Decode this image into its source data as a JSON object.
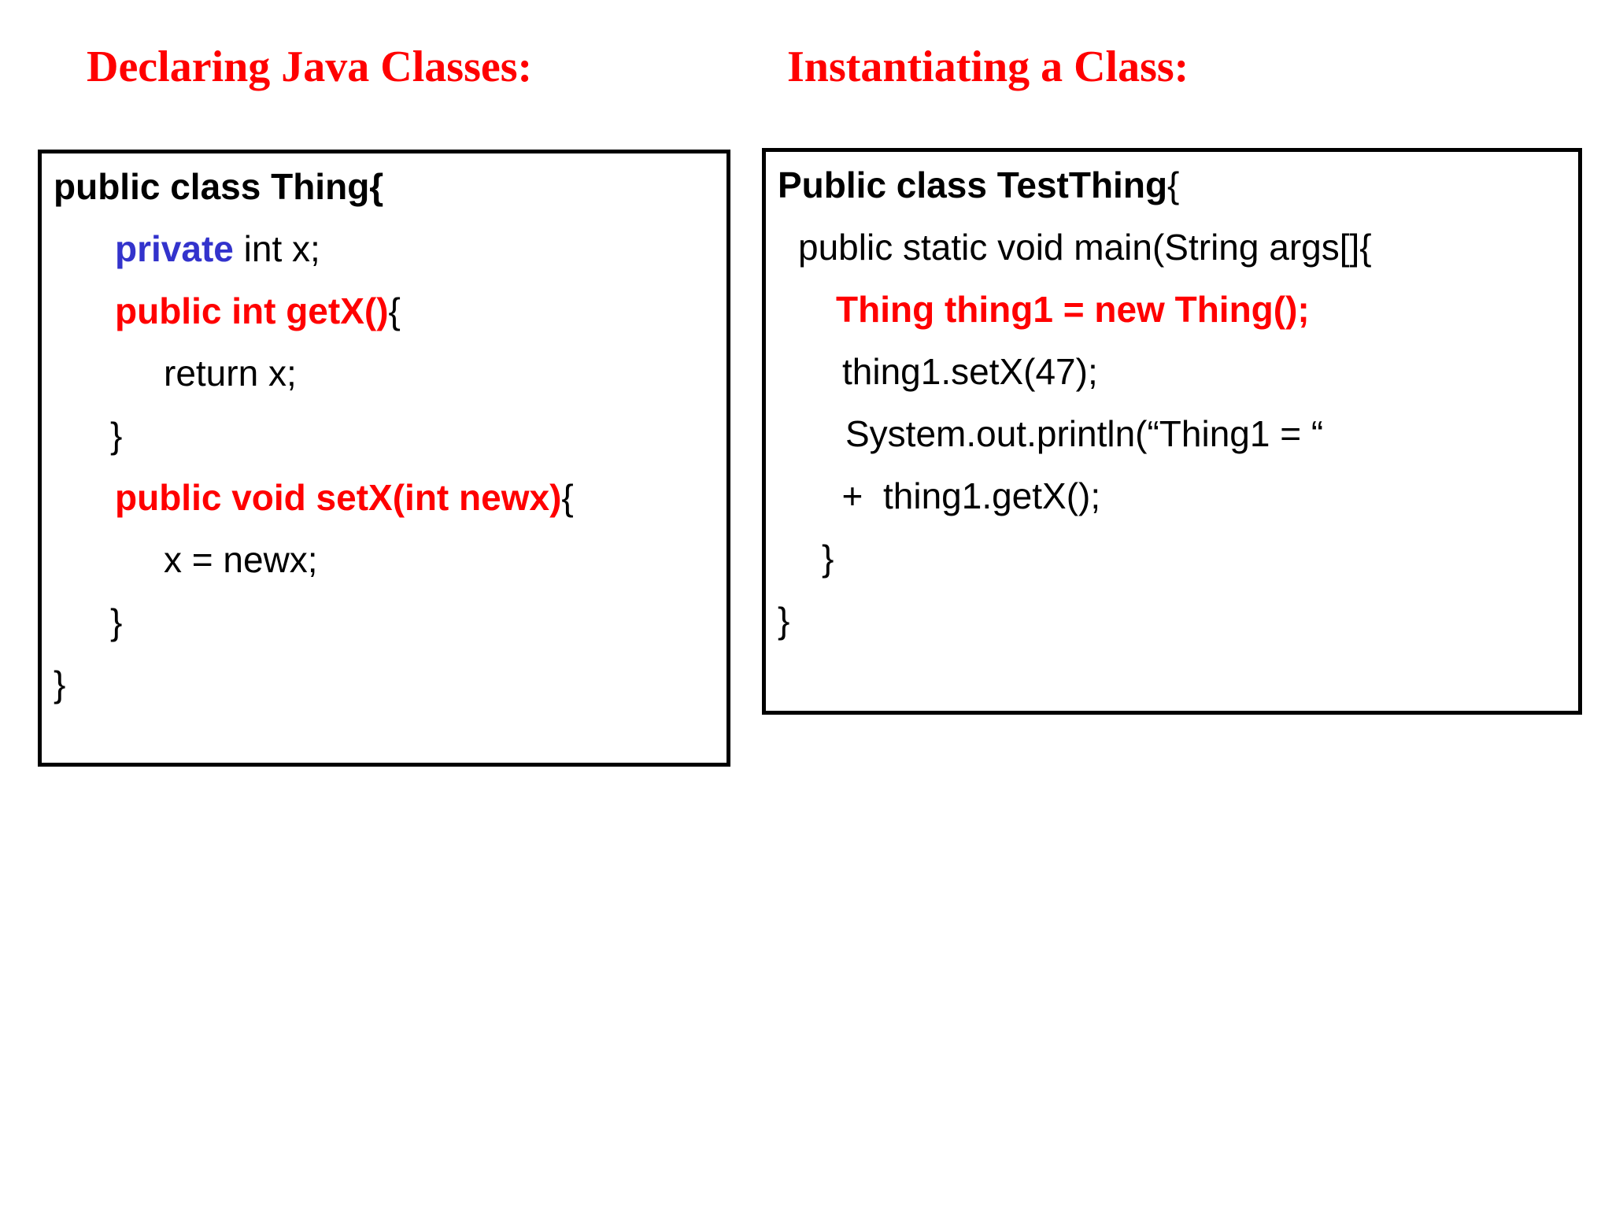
{
  "colors": {
    "red": "#ff0000",
    "blue": "#3333cc",
    "black": "#000000",
    "background": "#ffffff",
    "border": "#000000"
  },
  "headings": {
    "left": "Declaring Java Classes:",
    "right": "Instantiating a Class:"
  },
  "left_code": {
    "title": "Declaring Java Classes:",
    "lines": [
      {
        "indent": "ind0",
        "tokens": [
          {
            "text": "public class Thing{",
            "weight": "b",
            "color": "blk"
          }
        ]
      },
      {
        "indent": "ind1",
        "tokens": [
          {
            "text": "private",
            "weight": "b",
            "color": "blue"
          },
          {
            "text": " int x;",
            "weight": "n",
            "color": "blk"
          }
        ]
      },
      {
        "indent": "ind1",
        "tokens": [
          {
            "text": "public int getX()",
            "weight": "b",
            "color": "red"
          },
          {
            "text": "{",
            "weight": "n",
            "color": "blk"
          }
        ]
      },
      {
        "indent": "ind2",
        "tokens": [
          {
            "text": "return x;",
            "weight": "n",
            "color": "blk"
          }
        ]
      },
      {
        "indent": "ind3",
        "tokens": [
          {
            "text": "}",
            "weight": "n",
            "color": "blk"
          }
        ]
      },
      {
        "indent": "ind1",
        "tokens": [
          {
            "text": "public void setX(int newx)",
            "weight": "b",
            "color": "red"
          },
          {
            "text": "{",
            "weight": "n",
            "color": "blk"
          }
        ]
      },
      {
        "indent": "ind2",
        "tokens": [
          {
            "text": "x = newx;",
            "weight": "n",
            "color": "blk"
          }
        ]
      },
      {
        "indent": "ind3",
        "tokens": [
          {
            "text": "}",
            "weight": "n",
            "color": "blk"
          }
        ]
      },
      {
        "indent": "ind0",
        "tokens": [
          {
            "text": "}",
            "weight": "n",
            "color": "blk"
          }
        ]
      }
    ],
    "plain_text": "public class Thing{\n    private int x;\n    public int getX(){\n        return x;\n    }\n    public void setX(int newx){\n        x = newx;\n    }\n}"
  },
  "right_code": {
    "title": "Instantiating a Class:",
    "lines": [
      {
        "indent": "r-ind0",
        "tokens": [
          {
            "text": "Public class TestThing",
            "weight": "b",
            "color": "blk"
          },
          {
            "text": "{",
            "weight": "n",
            "color": "blk"
          }
        ]
      },
      {
        "indent": "r-ind1",
        "tokens": [
          {
            "text": "public static void main(String args[]{",
            "weight": "n",
            "color": "blk"
          }
        ]
      },
      {
        "indent": "r-ind2",
        "tokens": [
          {
            "text": "Thing thing1 = new Thing();",
            "weight": "b",
            "color": "red"
          }
        ]
      },
      {
        "indent": "r-ind3",
        "tokens": [
          {
            "text": "thing1.setX(47);",
            "weight": "n",
            "color": "blk"
          }
        ]
      },
      {
        "indent": "r-ind4",
        "tokens": [
          {
            "text": "System.out.println(“Thing1 = “",
            "weight": "n",
            "color": "blk"
          }
        ]
      },
      {
        "indent": "r-ind5",
        "tokens": [
          {
            "text": "  +  thing1.getX();",
            "weight": "n",
            "color": "blk"
          }
        ]
      },
      {
        "indent": "r-ind5",
        "tokens": [
          {
            "text": "}",
            "weight": "n",
            "color": "blk"
          }
        ]
      },
      {
        "indent": "r-ind0",
        "tokens": [
          {
            "text": "}",
            "weight": "n",
            "color": "blk"
          }
        ]
      }
    ],
    "plain_text": "Public class TestThing{\n  public static void main(String args[]{\n    Thing thing1 = new Thing();\n    thing1.setX(47);\n    System.out.println(“Thing1 = “\n     +  thing1.getX();\n   }\n}"
  }
}
